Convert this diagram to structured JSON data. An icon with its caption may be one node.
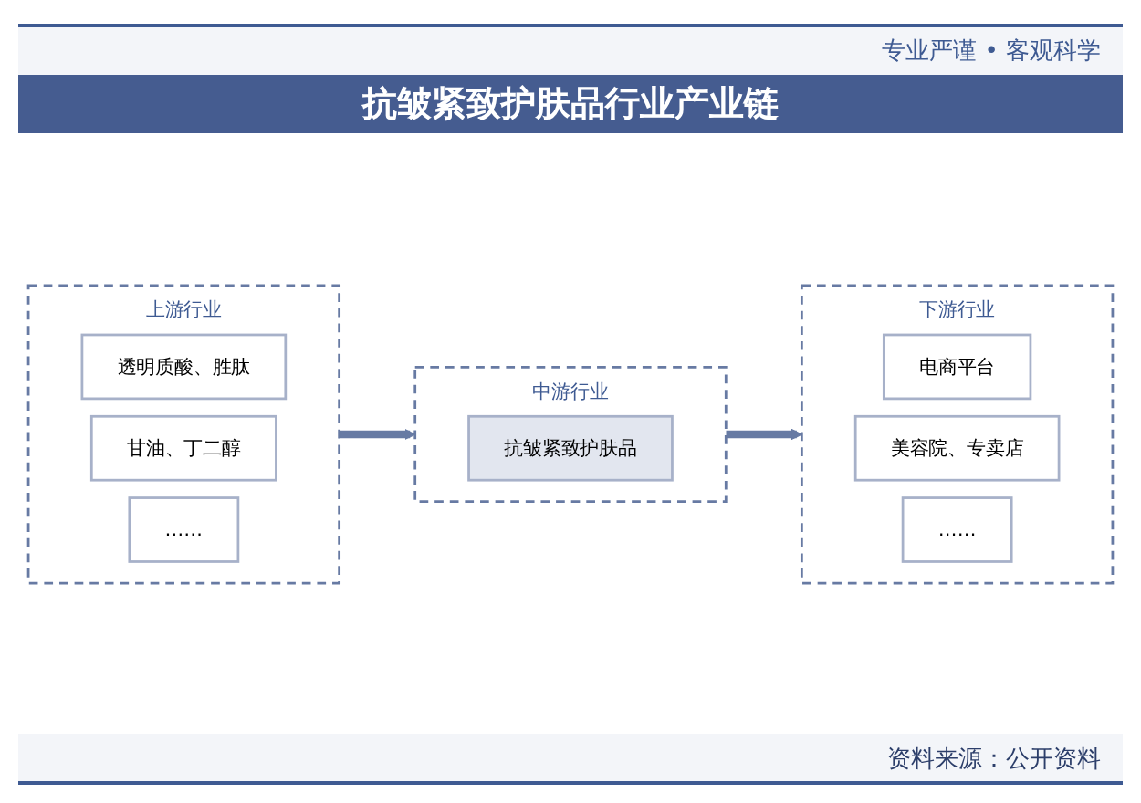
{
  "diagram": {
    "title": "抗皱紧致护肤品行业产业链",
    "caption": "资料来源：公开资料",
    "nodes": [
      {
        "text": [
          "上游行业"
        ]
      },
      {
        "text": [
          "透明质酸、胜肽"
        ],
        "in": 0
      },
      {
        "text": [
          "甘油、丁二醇"
        ],
        "in": 0
      },
      {
        "text": [
          "……"
        ],
        "in": 0
      },
      {
        "text": [
          "中游行业"
        ]
      },
      {
        "text": [
          "抗皱紧致护肤品"
        ],
        "in": 4
      },
      {
        "text": [
          "下游行业"
        ]
      },
      {
        "text": [
          "电商平台"
        ],
        "in": 6
      },
      {
        "text": [
          "美容院、专卖店"
        ],
        "in": 6
      },
      {
        "text": [
          "……"
        ],
        "in": 6
      }
    ],
    "edges": [
      {
        "from": 0,
        "to": 4,
        "arrow": "to"
      },
      {
        "from": 4,
        "to": 6,
        "arrow": "to"
      }
    ],
    "labels": [
      "专业严谨 • 客观科学"
    ]
  }
}
